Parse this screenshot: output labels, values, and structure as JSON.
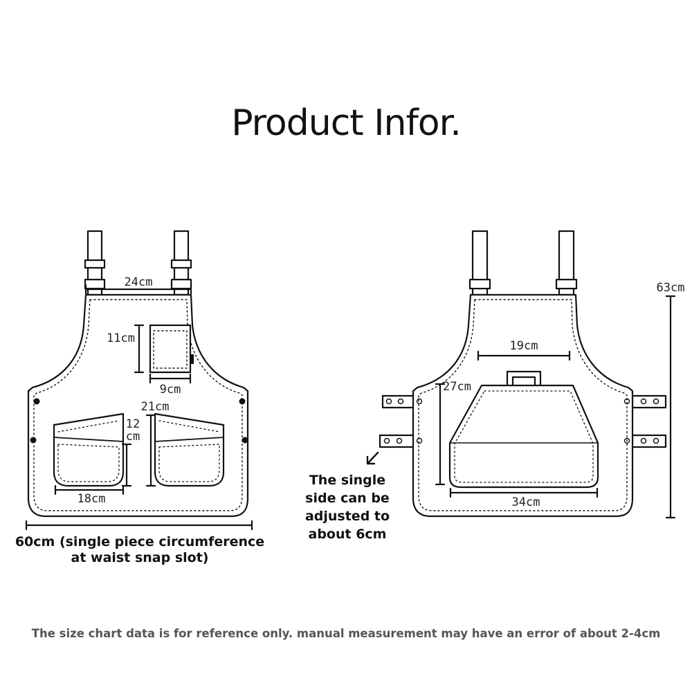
{
  "title": "Product Infor.",
  "front": {
    "strap_spacing": "24cm",
    "chest_pocket_height": "11cm",
    "chest_pocket_width": "9cm",
    "pocket_lower_height_a": "12",
    "pocket_lower_height_b": "cm",
    "pocket_height": "21cm",
    "pocket_width": "18cm",
    "waist_line1": "60cm (single piece circumference",
    "waist_line2": "at waist snap slot)"
  },
  "back": {
    "handle_width": "19cm",
    "pocket_height": "27cm",
    "pocket_width": "34cm",
    "total_height": "63cm"
  },
  "adjust_note": [
    "The single",
    "side can be",
    "adjusted to",
    "about 6cm"
  ],
  "footnote": "The size chart data is for reference only. manual measurement may have an error of about 2-4cm"
}
